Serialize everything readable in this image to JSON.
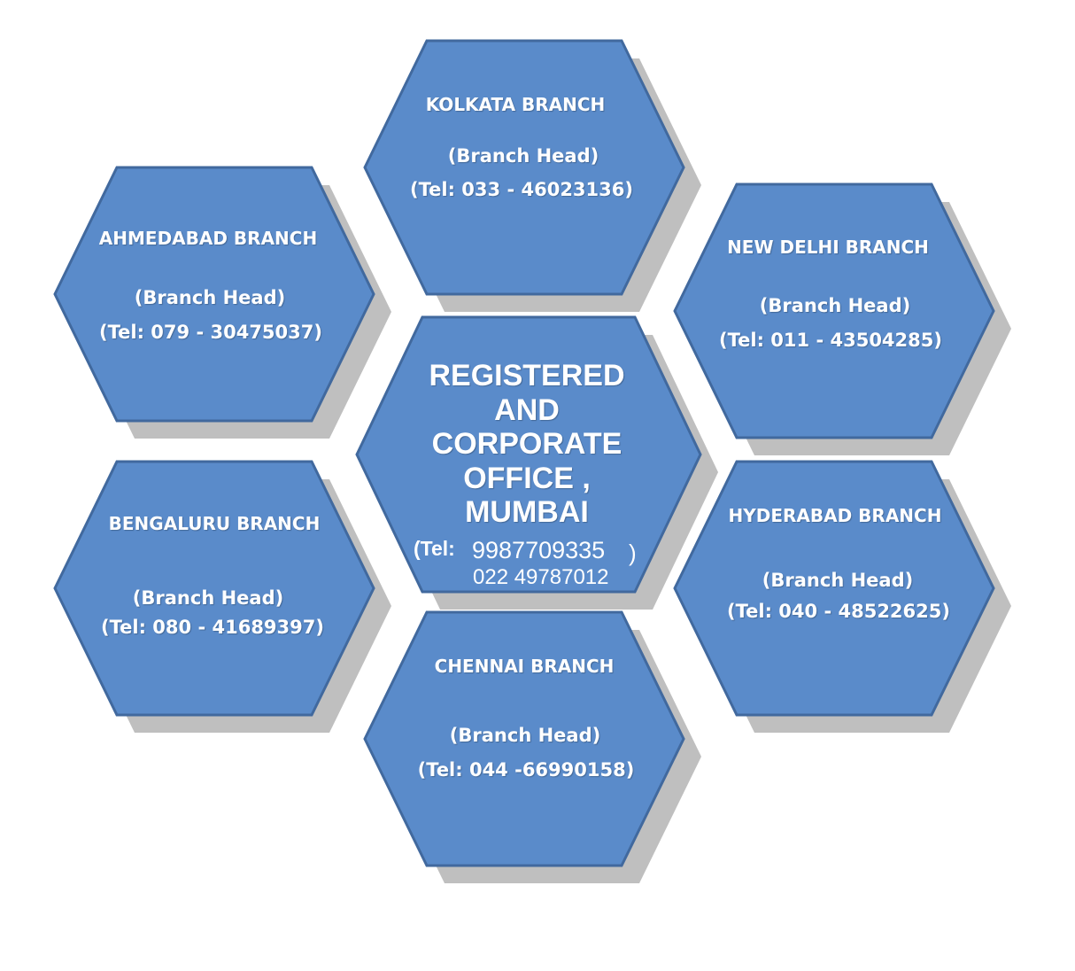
{
  "hq": {
    "title": "REGISTERED\nAND\nCORPORATE\nOFFICE ,\nMUMBAI",
    "tel_label": "(Tel:",
    "tel_1": "9987709335",
    "tel_close": ")",
    "tel_2": "022 49787012"
  },
  "branches": {
    "kolkata": {
      "title": "KOLKATA BRANCH",
      "head": "(Branch Head)",
      "tel": "(Tel: 033 - 46023136)"
    },
    "ahmedabad": {
      "title": "AHMEDABAD BRANCH",
      "head": "(Branch Head)",
      "tel": "(Tel: 079 - 30475037)"
    },
    "new_delhi": {
      "title": "NEW DELHI BRANCH",
      "head": "(Branch Head)",
      "tel": "(Tel: 011 - 43504285)"
    },
    "bengaluru": {
      "title": "BENGALURU BRANCH",
      "head": "(Branch Head)",
      "tel": "(Tel: 080 - 41689397)"
    },
    "hyderabad": {
      "title": "HYDERABAD BRANCH",
      "head": "(Branch Head)",
      "tel": "(Tel: 040 - 48522625)"
    },
    "chennai": {
      "title": "CHENNAI BRANCH",
      "head": "(Branch Head)",
      "tel": "(Tel: 044 -66990158)"
    }
  },
  "colors": {
    "hex_fill": "#5a8bca",
    "hex_stroke": "#41699e",
    "text": "#ffffff"
  }
}
